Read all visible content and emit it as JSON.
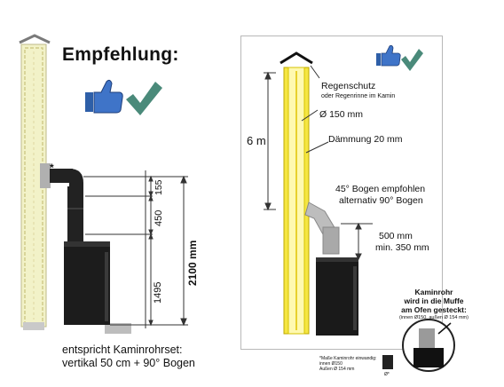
{
  "left_panel": {
    "title": "Empfehlung:",
    "star": "*",
    "dims": {
      "d155": "155",
      "d450": "450",
      "d1495": "1495",
      "total": "2100 mm"
    },
    "caption_line1": "entspricht Kaminrohrset:",
    "caption_line2": "vertikal 50 cm + 90° Bogen"
  },
  "right_panel": {
    "height_label": "6 m",
    "rain_cap_label": "Regenschutz",
    "rain_cap_sub": "oder Regenrinne im Kamin",
    "diameter_label": "Ø 150 mm",
    "insulation_label": "Dämmung 20 mm",
    "bend_label_1": "45° Bogen empfohlen",
    "bend_label_2": "alternativ 90° Bogen",
    "distance_1": "500 mm",
    "distance_2": "min. 350 mm",
    "stovepipe_title_1": "Kaminrohr",
    "stovepipe_title_2": "wird in die Muffe",
    "stovepipe_title_3": "am Ofen gesteckt:",
    "stovepipe_note": "(innen Ø150, außen Ø 154 mm)",
    "footnote_1": "*Maße Kaminrohr einwandig:",
    "footnote_2": "innen Ø150",
    "footnote_3": "Außen Ø 154 mm",
    "footnote_symbol": "Ø*"
  },
  "icons": [
    "thumbs-up-icon",
    "check-mark-icon",
    "roof-cap-icon",
    "stove-icon"
  ],
  "colors": {
    "flue_yellow": "#f5e642",
    "flue_stripe": "#e0c400",
    "check_green": "#4a8a7a",
    "thumb_blue": "#2e5fa8",
    "pipe_gray": "#9a9a9a",
    "stove_black": "#1a1a1a"
  }
}
